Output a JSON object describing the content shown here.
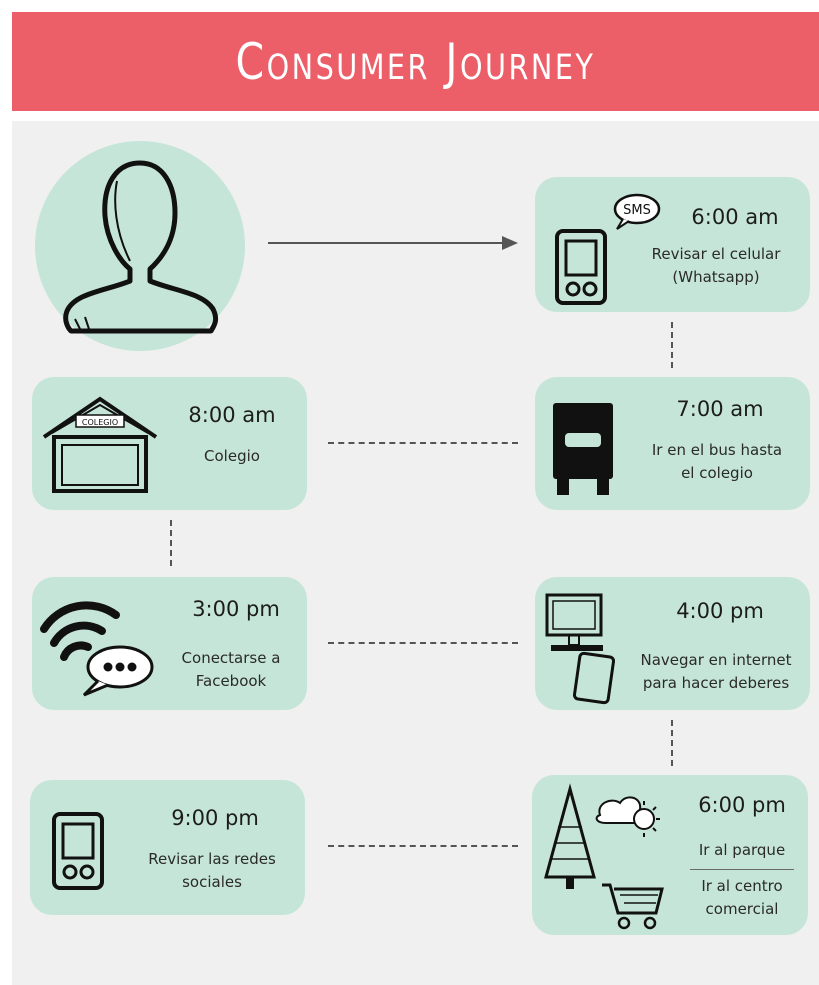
{
  "header": {
    "title": "Consumer Journey"
  },
  "steps": [
    {
      "time": "6:00 am",
      "lines": [
        "Revisar el celular",
        "(Whatsapp)"
      ],
      "icon": "phone-sms-icon",
      "bubble": "SMS"
    },
    {
      "time": "7:00 am",
      "lines": [
        "Ir en el bus hasta",
        "el colegio"
      ],
      "icon": "bus-icon"
    },
    {
      "time": "8:00 am",
      "lines": [
        "Colegio"
      ],
      "icon": "school-icon",
      "sign": "COLEGIO"
    },
    {
      "time": "3:00 pm",
      "lines": [
        "Conectarse a",
        "Facebook"
      ],
      "icon": "wifi-chat-icon"
    },
    {
      "time": "4:00 pm",
      "lines": [
        "Navegar en internet",
        "para hacer deberes"
      ],
      "icon": "computer-icon"
    },
    {
      "time": "6:00 pm",
      "lines": [
        "Ir al parque",
        "Ir al centro",
        "comercial"
      ],
      "icon": "park-mall-icon"
    },
    {
      "time": "9:00 pm",
      "lines": [
        "Revisar las redes",
        "sociales"
      ],
      "icon": "phone-icon"
    }
  ],
  "colors": {
    "header": "#ec5f69",
    "card": "#c6e5d9",
    "panel": "#f0f0f0"
  }
}
